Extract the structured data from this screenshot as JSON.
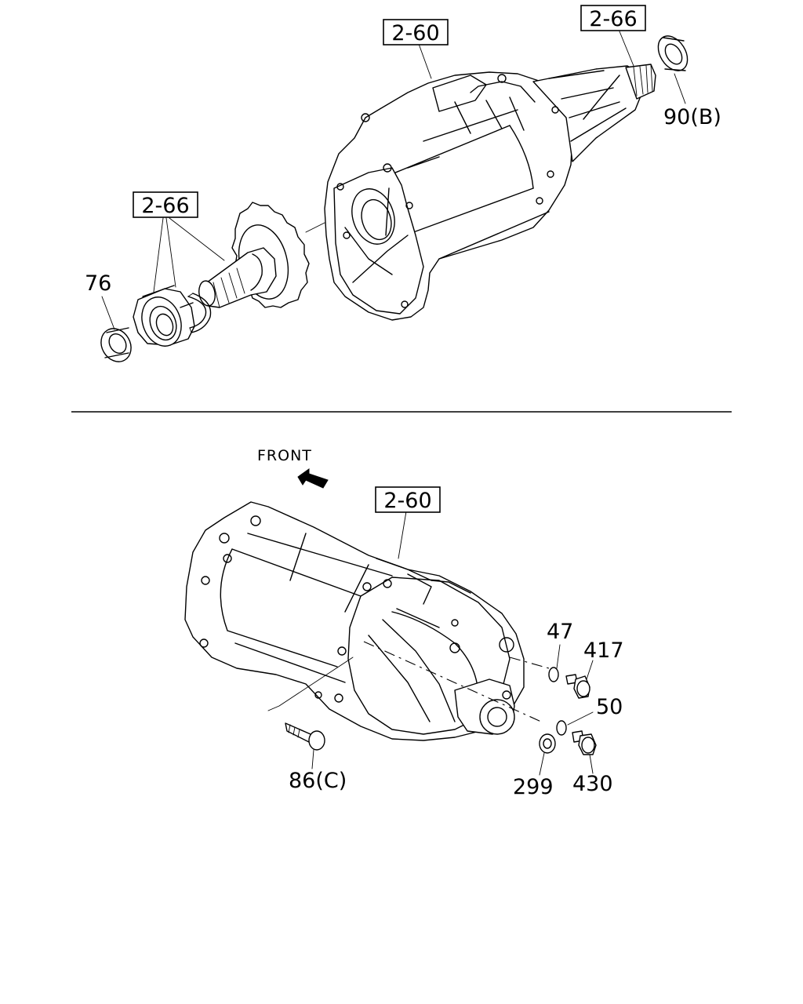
{
  "refs": {
    "top_housing": "2-60",
    "top_shaft": "2-66",
    "top_bearing": "2-66",
    "bottom_housing": "2-60"
  },
  "parts": {
    "p90b": "90(B)",
    "p76": "76",
    "p47": "47",
    "p417": "417",
    "p50": "50",
    "p86c": "86(C)",
    "p299": "299",
    "p430": "430"
  },
  "front_label": "FRONT"
}
